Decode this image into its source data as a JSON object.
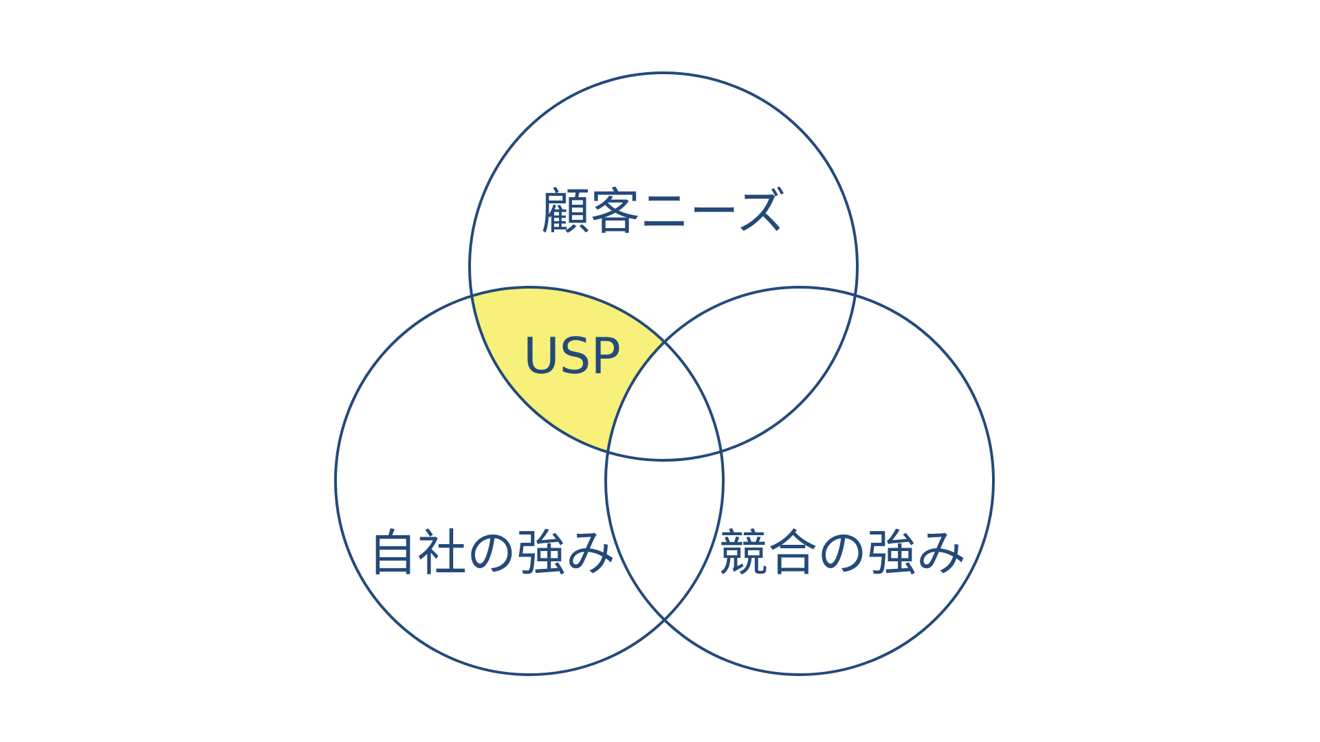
{
  "diagram": {
    "type": "venn",
    "colors": {
      "background": "#ffffff",
      "outline": "#244a7a",
      "text": "#244a7a",
      "highlight": "#f7f07a"
    },
    "sets": [
      {
        "id": "customer-needs",
        "label": "顧客ニーズ"
      },
      {
        "id": "own-strengths",
        "label": "自社の強み"
      },
      {
        "id": "competitor-strengths",
        "label": "競合の強み"
      }
    ],
    "highlight": {
      "label": "USP",
      "description_sets": [
        "customer-needs",
        "own-strengths"
      ],
      "excludes": [
        "competitor-strengths"
      ]
    }
  }
}
